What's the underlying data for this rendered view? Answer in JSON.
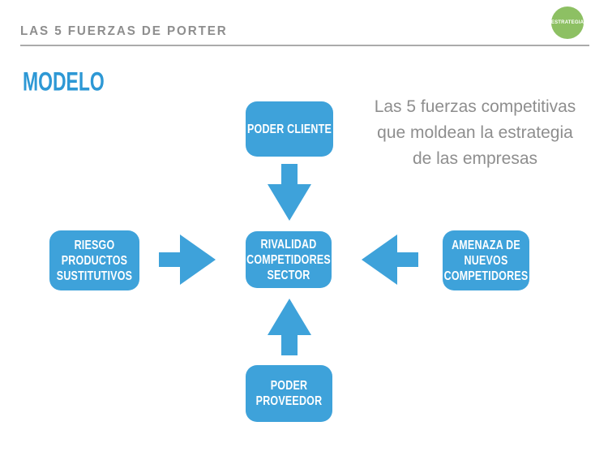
{
  "header": {
    "title": "LAS 5 FUERZAS DE PORTER",
    "badge_label": "ESTRATEGIA"
  },
  "slide": {
    "section_title": "MODELO",
    "subtitle_lines": [
      "Las 5 fuerzas competitivas",
      "que moldean la estrategia",
      "de las empresas"
    ]
  },
  "diagram": {
    "top_box": "PODER CLIENTE",
    "left_box": "RIESGO PRODUCTOS SUSTITUTIVOS",
    "center_box": "RIVALIDAD COMPETIDORES SECTOR",
    "right_box": "AMENAZA DE NUEVOS COMPETIDORES",
    "bottom_box": "PODER PROVEEDOR",
    "arrow_icons": [
      "arrow-down-icon",
      "arrow-up-icon",
      "arrow-right-icon",
      "arrow-left-icon"
    ]
  },
  "colors": {
    "accent_blue": "#3EA2DA",
    "title_blue": "#2D98D5",
    "text_gray": "#8E8E8E",
    "badge_green": "#8DC063",
    "divider_gray": "#ABABAB"
  }
}
